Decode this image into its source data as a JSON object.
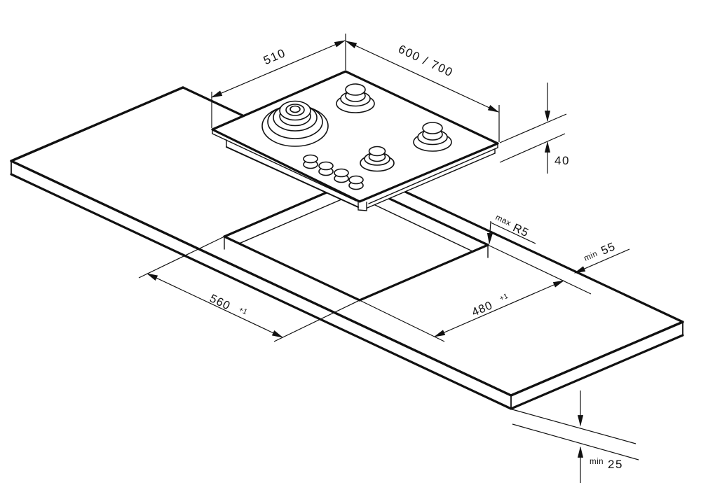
{
  "drawing": {
    "type": "installation-diagram",
    "subject": "built-in gas hob worktop cutout dimensions",
    "colors": {
      "line": "#111111",
      "background": "#ffffff"
    },
    "labels": {
      "hob_depth": {
        "value": "510"
      },
      "hob_width": {
        "value": "600 / 700"
      },
      "hob_height": {
        "value": "40"
      },
      "corner_radius": {
        "prefix": "max",
        "value": "R5"
      },
      "rear_clearance": {
        "prefix": "min",
        "value": "55"
      },
      "cutout_length": {
        "value": "560",
        "tolerance": "+1"
      },
      "cutout_depth": {
        "value": "480",
        "tolerance": "+1"
      },
      "bottom_clearance": {
        "prefix": "min",
        "value": "25"
      }
    }
  }
}
